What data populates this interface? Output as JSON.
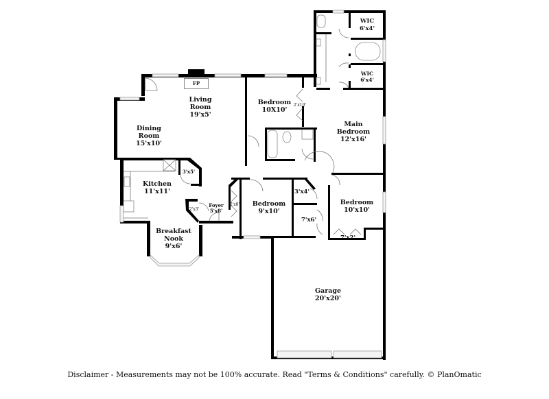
{
  "plan": {
    "rooms": [
      {
        "id": "living-room",
        "name_line1": "Living",
        "name_line2": "Room",
        "size": "19'x5'"
      },
      {
        "id": "dining-room",
        "name_line1": "Dining",
        "name_line2": "Room",
        "size": "15'x10'"
      },
      {
        "id": "kitchen",
        "name_line1": "Kitchen",
        "size": "11'x11'"
      },
      {
        "id": "breakfast-nook",
        "name_line1": "Breakfast",
        "name_line2": "Nook",
        "size": "9'x6'"
      },
      {
        "id": "foyer",
        "name_line1": "Foyer",
        "size": "5'x8'"
      },
      {
        "id": "bedroom-top",
        "name_line1": "Bedroom",
        "size": "10X10'"
      },
      {
        "id": "bedroom-middle",
        "name_line1": "Bedroom",
        "size": "9'x10'"
      },
      {
        "id": "main-bedroom",
        "name_line1": "Main",
        "name_line2": "Bedroom",
        "size": "12'x16'"
      },
      {
        "id": "bedroom-right",
        "name_line1": "Bedroom",
        "size": "10'x10'"
      },
      {
        "id": "wic-top",
        "name_line1": "WIC",
        "size": "6'x4'"
      },
      {
        "id": "wic-bottom",
        "name_line1": "WIC",
        "size": "6'x4'"
      },
      {
        "id": "garage",
        "name_line1": "Garage",
        "size": "20'x20'"
      }
    ],
    "closets": {
      "pantry": "3'x5'",
      "foyer_closet": "2'x3'",
      "bedroom_top_closet": "2'x10'",
      "bedroom_middle_closet": "2'x8'",
      "hall_closet": "3'x4'",
      "utility": "7'x6'",
      "bedroom_right_closet": "7'x2'"
    },
    "fireplace_label": "FP"
  },
  "footer": {
    "disclaimer": "Disclaimer - Measurements may not be 100% accurate. Read \"Terms & Conditions\" carefully. © PlanOmatic"
  }
}
